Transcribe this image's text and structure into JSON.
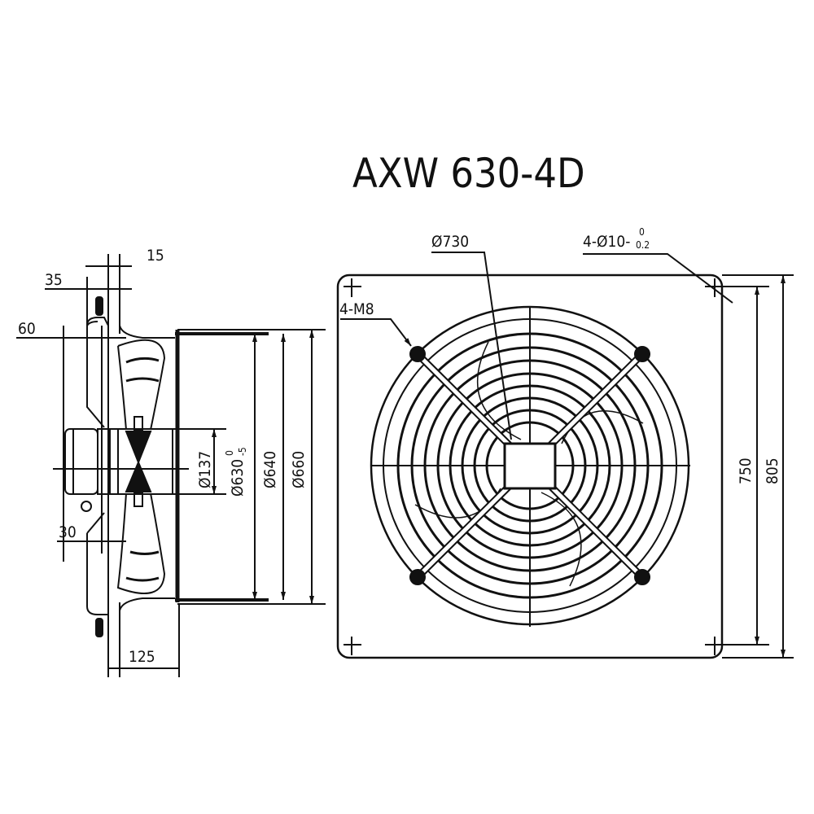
{
  "title": "AXW 630-4D",
  "side_view": {
    "dim_15": "15",
    "dim_35": "35",
    "dim_60": "60",
    "dim_30": "30",
    "dim_125": "125",
    "dia_137": "Ø137",
    "dia_630": "Ø630",
    "dia_630_tol_upper": "0",
    "dia_630_tol_lower": "-5",
    "dia_640": "Ø640",
    "dia_660": "Ø660"
  },
  "front_view": {
    "dia_730": "Ø730",
    "holes": "4-Ø10-",
    "holes_tol_upper": "0",
    "holes_tol_lower": "0.2",
    "threads": "4-M8",
    "dim_750": "750",
    "dim_805": "805"
  }
}
